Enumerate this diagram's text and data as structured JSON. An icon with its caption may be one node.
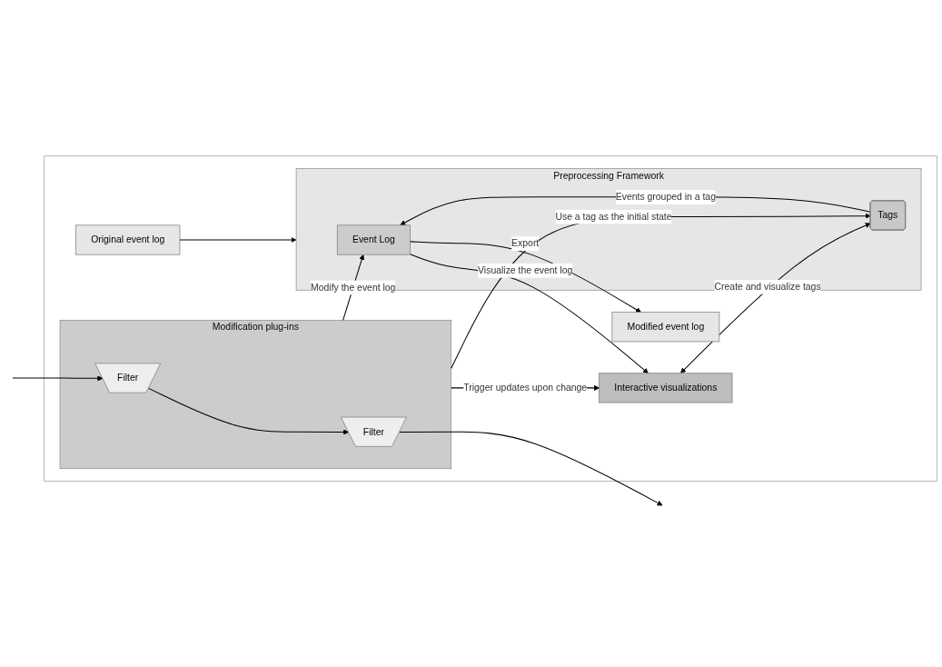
{
  "diagram": {
    "nodes": [
      {
        "text": [],
        "shape": "box"
      },
      {
        "text": [
          "Preprocessing Framework"
        ],
        "in": 0
      },
      {
        "text": [
          "Modified event log"
        ],
        "in": 0
      },
      {
        "text": [
          "Event Log"
        ],
        "in": 1
      },
      {
        "text": [
          "Original event log"
        ],
        "in": 0
      },
      {
        "text": [
          "Tags"
        ],
        "in": 1
      },
      {
        "text": [
          "Interactive visualizations"
        ],
        "in": 0
      },
      {
        "text": [
          "Modification plug-ins"
        ],
        "in": 0
      },
      {
        "text": [
          "Filter"
        ],
        "in": 7
      },
      {
        "text": [
          "Filter"
        ],
        "in": 7
      }
    ],
    "edges": [
      {
        "from": 3,
        "to": 2,
        "arrow": "to",
        "label": "Export"
      },
      {
        "from": 4,
        "to": 1,
        "arrow": "to"
      },
      {
        "from": 3,
        "to": 6,
        "arrow": "to",
        "label": "Visualize the event log"
      },
      {
        "from": 5,
        "to": 3,
        "arrow": "to",
        "label": "Events grouped in a tag"
      },
      {
        "from": 7,
        "to": 3,
        "arrow": "to",
        "label": "Modify the event log"
      },
      {
        "from": 6,
        "to": 5,
        "arrow": "both",
        "label": "Create and visualize tags"
      },
      {
        "from": 7,
        "to": 5,
        "arrow": "to",
        "label": "Use a tag as the initial state"
      },
      {
        "from": 7,
        "to": 6,
        "arrow": "to",
        "label": "Trigger updates upon change"
      },
      {
        "from": null,
        "to": 8,
        "arrow": "to"
      },
      {
        "from": 8,
        "to": 9,
        "arrow": "to"
      },
      {
        "from": 9,
        "to": null,
        "arrow": "to"
      }
    ]
  }
}
